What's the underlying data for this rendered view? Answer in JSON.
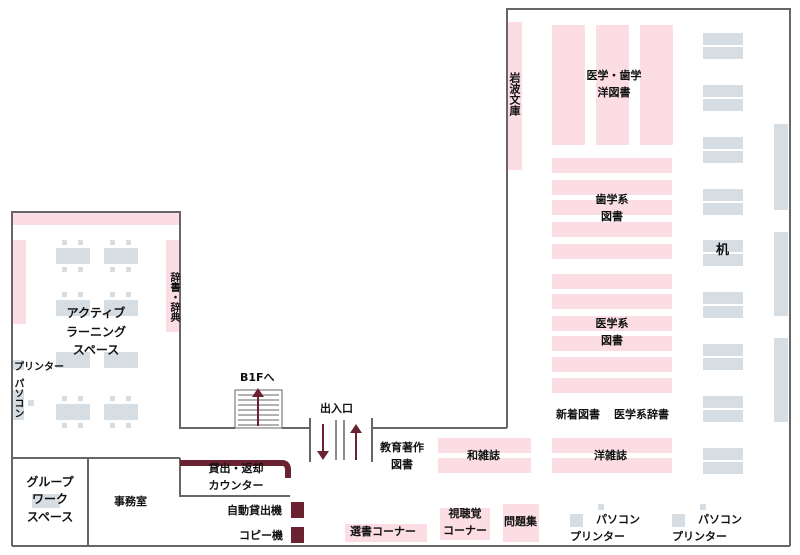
{
  "colors": {
    "shelf_pink": "#fbdde3",
    "desk_gray": "#d6dde3",
    "wall": "#666666",
    "counter_maroon": "#6b2230"
  },
  "labels": {
    "iwanami": "岩波文庫",
    "medical_dental_western": [
      "医学・歯学",
      "洋図書"
    ],
    "dental_books": [
      "歯学系",
      "図書"
    ],
    "desk": "机",
    "medical_books": [
      "医学系",
      "図書"
    ],
    "new_arrivals": "新着図書",
    "medical_dictionaries": "医学系辞書",
    "western_journals": "洋雑誌",
    "japanese_journals": "和雑誌",
    "faculty_works": [
      "教育著作",
      "図書"
    ],
    "entrance": "出入口",
    "b1f": "B1Fへ",
    "dictionaries": "辞書・辞典",
    "active_learning": [
      "アクティブ",
      "ラーニング",
      "スペース"
    ],
    "printer_left": "プリンター",
    "pc_left": "パソコン",
    "group_work": [
      "グループ",
      "ワーク",
      "スペース"
    ],
    "office": "事務室",
    "lending_counter": [
      "貸出・返却",
      "カウンター"
    ],
    "auto_lending": "自動貸出機",
    "copier": "コピー機",
    "selected_books": "選書コーナー",
    "av_corner": [
      "視聴覚",
      "コーナー"
    ],
    "question_bank": "問題集",
    "pc_bottom_1": "パソコン",
    "printer_bottom_1": "プリンター",
    "pc_bottom_2": "パソコン",
    "printer_bottom_2": "プリンター"
  }
}
